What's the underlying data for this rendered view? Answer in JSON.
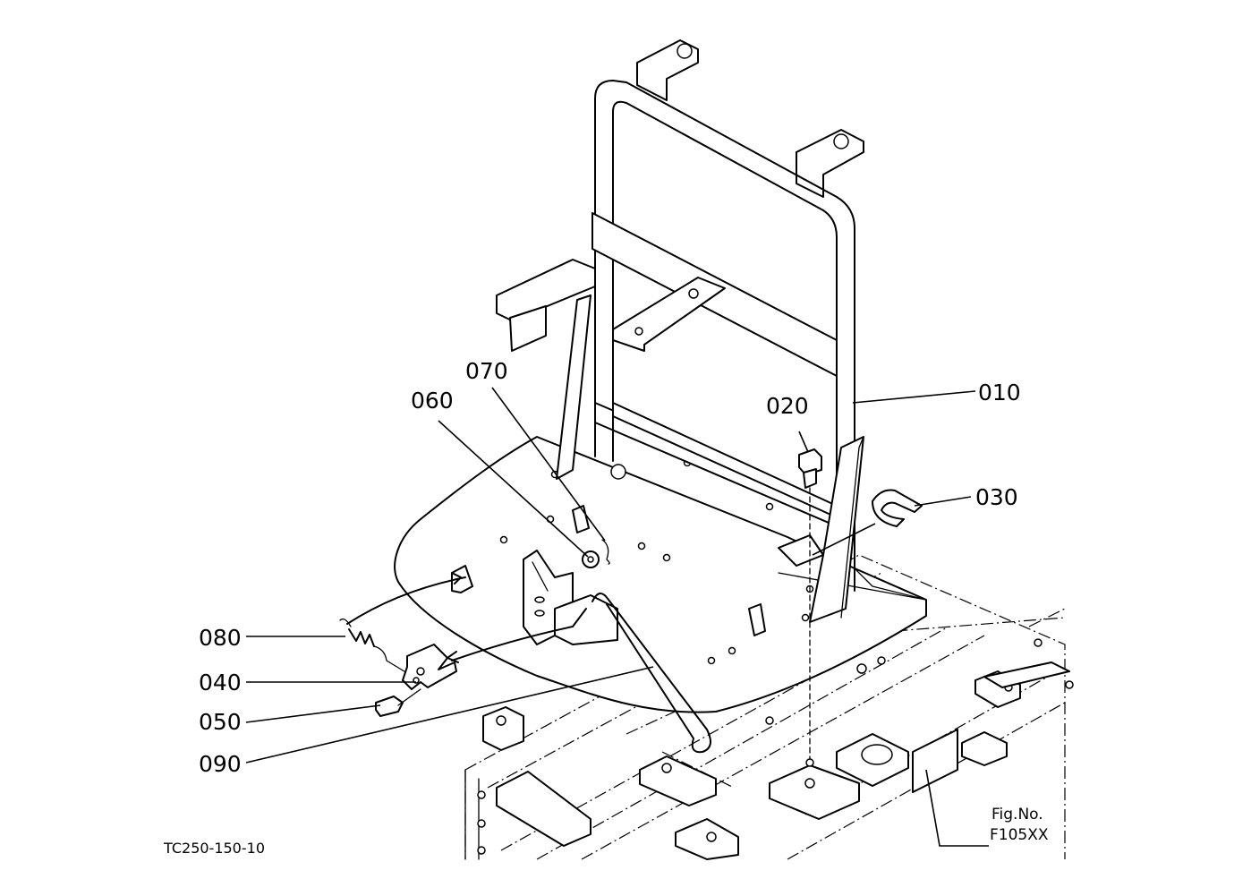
{
  "callouts": {
    "c010": "010",
    "c020": "020",
    "c030": "030",
    "c040": "040",
    "c050": "050",
    "c060": "060",
    "c070": "070",
    "c080": "080",
    "c090": "090"
  },
  "drawing_number": "TC250-150-10",
  "fig_no_label": "Fig.No.",
  "fig_no_value": "F105XX"
}
